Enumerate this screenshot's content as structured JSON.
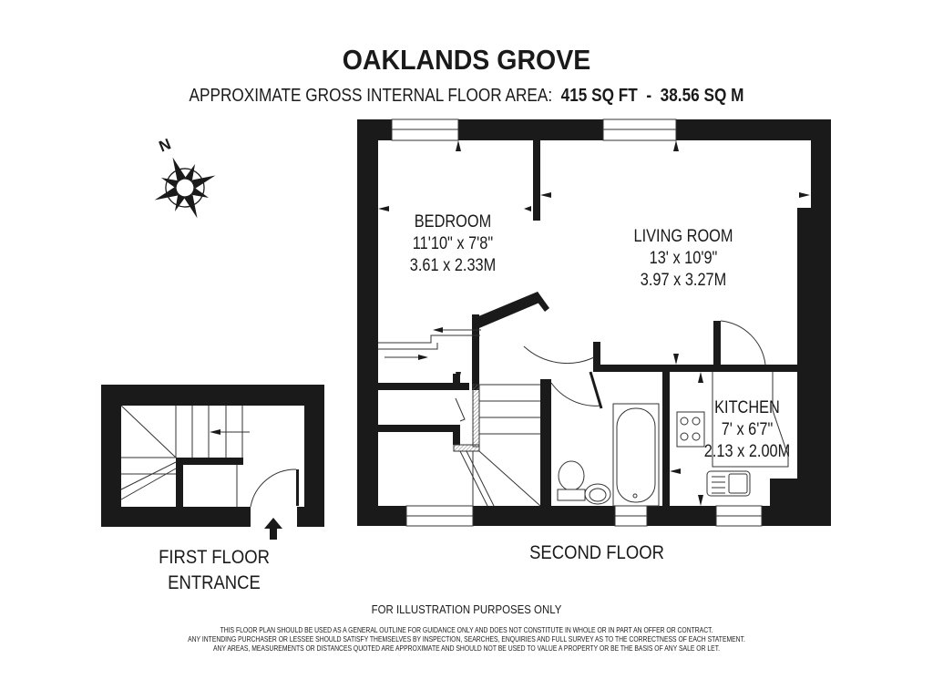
{
  "header": {
    "title": "OAKLANDS GROVE",
    "subtitle_prefix": "APPROXIMATE GROSS INTERNAL FLOOR AREA:",
    "area_sqft": "415 SQ FT",
    "area_separator": "-",
    "area_sqm": "38.56 SQ M"
  },
  "compass": {
    "north_label": "N",
    "icon": "compass-rose-icon"
  },
  "rooms": [
    {
      "name": "BEDROOM",
      "imperial": "11'10\" x 7'8\"",
      "metric": "3.61 x 2.33M"
    },
    {
      "name": "LIVING ROOM",
      "imperial": "13' x 10'9\"",
      "metric": "3.97 x 3.27M"
    },
    {
      "name": "KITCHEN",
      "imperial": "7' x 6'7\"",
      "metric": "2.13 x 2.00M"
    }
  ],
  "floors": {
    "first": {
      "line1": "FIRST FLOOR",
      "line2": "ENTRANCE"
    },
    "second": {
      "label": "SECOND FLOOR"
    }
  },
  "footer": {
    "illustration_note": "FOR ILLUSTRATION PURPOSES ONLY",
    "disclaimer": [
      "THIS FLOOR PLAN SHOULD BE USED AS A GENERAL OUTLINE FOR GUIDANCE ONLY AND DOES NOT CONSTITUTE IN WHOLE OR IN PART AN OFFER OR CONTRACT.",
      "ANY INTENDING PURCHASER OR LESSEE SHOULD SATISFY THEMSELVES BY INSPECTION, SEARCHES, ENQUIRIES AND FULL SURVEY AS TO THE CORRECTNESS OF EACH STATEMENT.",
      "ANY AREAS, MEASUREMENTS OR DISTANCES QUOTED ARE APPROXIMATE AND SHOULD NOT BE USED TO VALUE A PROPERTY OR BE THE BASIS OF ANY SALE OR LET."
    ]
  },
  "colors": {
    "wall": "#1a1a1a",
    "background": "#ffffff",
    "line": "#333333"
  }
}
